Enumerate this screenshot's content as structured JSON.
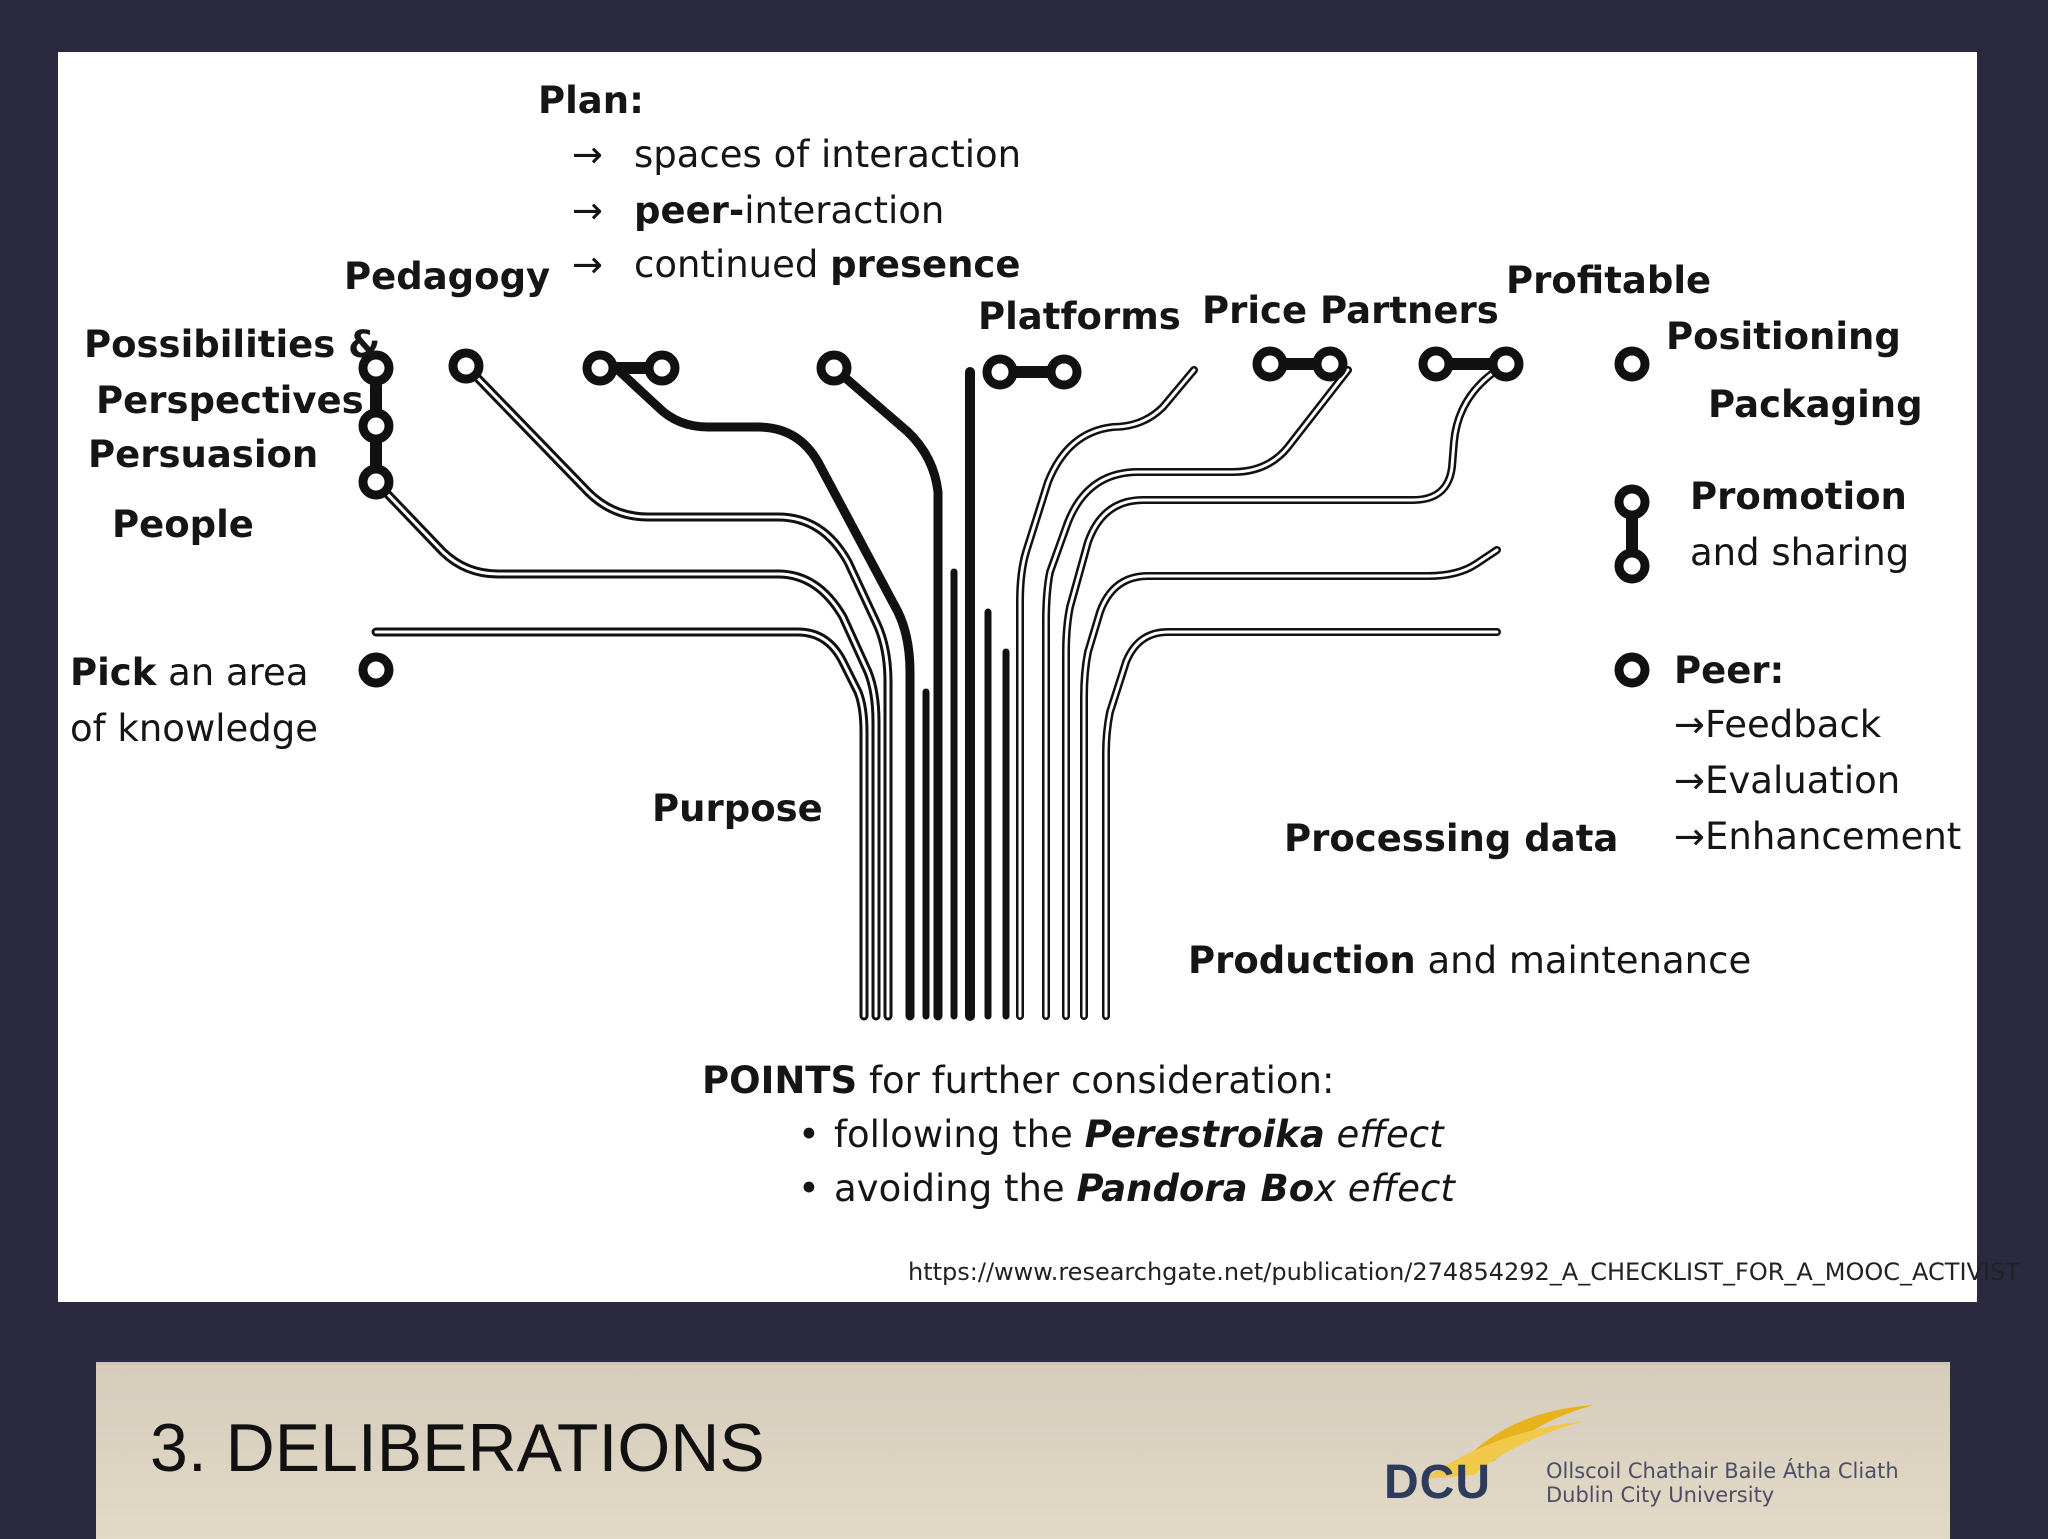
{
  "diagram": {
    "plan": {
      "title": "Plan:",
      "arrow": "→",
      "items": [
        {
          "plain": "spaces of interaction"
        },
        {
          "bold": "peer-",
          "plain": "interaction"
        },
        {
          "plain": "continued ",
          "bold": "presence"
        }
      ]
    },
    "labels": {
      "pedagogy": "Pedagogy",
      "platforms": "Platforms",
      "price": "Price",
      "partners": "Partners",
      "profitable": "Profitable",
      "positioning": "Positioning",
      "packaging": "Packaging",
      "promotion": "Promotion",
      "promotion_rest": "and sharing",
      "possibilities": "Possibilities &",
      "perspectives": "Perspectives",
      "persuasion": "Persuasion",
      "people": "People",
      "pick_bold": "Pick",
      "pick_rest": " an area",
      "pick_line2": "of knowledge",
      "purpose": "Purpose",
      "processing": "Processing data",
      "production_bold": "Production",
      "production_rest": " and maintenance"
    },
    "peer": {
      "title": "Peer:",
      "arrow": "→",
      "items": [
        "Feedback",
        "Evaluation",
        "Enhancement"
      ]
    },
    "points": {
      "title_bold": "POINTS",
      "title_rest": " for further consideration:",
      "bullet": "•",
      "items": [
        {
          "pre": "following the ",
          "bold_italic": "Perestroika",
          "italic": " effect"
        },
        {
          "pre": "avoiding the ",
          "bold_italic": "Pandora Bo",
          "italic": "x effect"
        }
      ]
    },
    "source_url": "https://www.researchgate.net/publication/274854292_A_CHECKLIST_FOR_A_MOOC_ACTIVIST"
  },
  "footer": {
    "title": "3. DELIBERATIONS",
    "logo_letters": "DCU",
    "logo_irish": "Ollscoil Chathair Baile Átha Cliath",
    "logo_english": "Dublin City University",
    "logo_colors": {
      "navy": "#2d3b5c",
      "gold": "#e8b21c"
    }
  }
}
